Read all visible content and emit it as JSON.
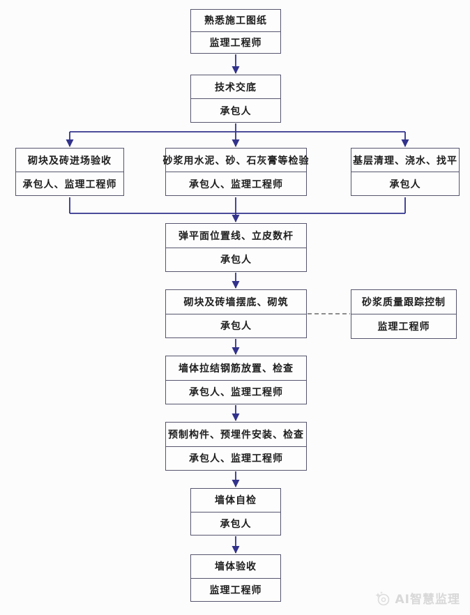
{
  "flowchart": {
    "nodes": {
      "familiarize_drawings": {
        "title": "熟悉施工图纸",
        "actor": "监理工程师"
      },
      "technical_disclosure": {
        "title": "技术交底",
        "actor": "承包人"
      },
      "block_brick_acceptance": {
        "title": "砌块及砖进场验收",
        "actor": "承包人、监理工程师"
      },
      "mortar_material_inspection": {
        "title": "砂浆用水泥、砂、石灰膏等检验",
        "actor": "承包人、监理工程师"
      },
      "base_cleaning_leveling": {
        "title": "基层清理、浇水、找平",
        "actor": "承包人"
      },
      "snap_layout_lines": {
        "title": "弹平面位置线、立皮数杆",
        "actor": "承包人"
      },
      "wall_laying": {
        "title": "砌块及砖墙摆底、砌筑",
        "actor": "承包人"
      },
      "mortar_quality_tracking": {
        "title": "砂浆质量跟踪控制",
        "actor": "监理工程师"
      },
      "tie_bar_placement_check": {
        "title": "墙体拉结钢筋放置、检查",
        "actor": "承包人、监理工程师"
      },
      "precast_embedded_install_check": {
        "title": "预制构件、预埋件安装、检查",
        "actor": "承包人、监理工程师"
      },
      "wall_self_check": {
        "title": "墙体自检",
        "actor": "承包人"
      },
      "wall_acceptance": {
        "title": "墙体验收",
        "actor": "监理工程师"
      }
    },
    "colors": {
      "connector": "#32328c",
      "dashed": "#666666",
      "border": "#54546e",
      "text": "#1d1d1d",
      "watermark": "#d8d8d8"
    }
  },
  "watermark": {
    "label": "AI智慧监理",
    "logo_icon": "camera-sparkle-icon"
  }
}
